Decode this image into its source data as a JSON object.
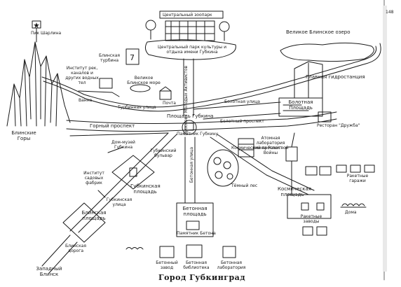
{
  "map": {
    "title": "Город Губкинград",
    "labels": {
      "zoo": "Центральный зоопарк",
      "park": "Центральный парк культуры и отдыха имени Губкина",
      "lake": "Великое Блинское озеро",
      "hydro": "Главная гидростанция",
      "peak": "Пик Шарлина",
      "mountains": "Блинские Горы",
      "institute_canals": "Институт рек, каналов и других водных тел",
      "turbine": "Блинская турбина",
      "sea_small": "Великое Блинское море",
      "post": "Почта",
      "prospect_young": "Проспект Молодых Активистов",
      "turbine_street": "Турбинная улица",
      "gubkin_square": "Площадь Губкина",
      "bolotnaya_street": "Болотная улица",
      "bolotny_prospect": "Болотный проспект",
      "bolotnaya_square": "Болотная Площадь",
      "restaurant": "Ресторан \"Дружба\"",
      "mountain_prospect": "Горный проспект",
      "gubkin_monument": "Памятник Губкину",
      "house_museum": "Дом-музей Губкина",
      "gubkin_boulevard": "Губкинский бульвар",
      "concrete_street": "Бетонная улица",
      "space_prospect": "Космический проспект",
      "atomic_station": "Атомная лаборатория имени Ракетной Войны",
      "gubkin_square2": "Губкинская площадь",
      "institute_soil": "Институт садовых фабрик",
      "gubkin_street": "Губкинская улица",
      "dark_forest": "Тёмный лес",
      "concrete_square": "Бетонная площадь",
      "concrete_monument": "Памятник Бетона",
      "space_square": "Космическая площадь",
      "rocket_garages": "Ракетные гаражи",
      "rocket_plants": "Ракетные заводы",
      "houses": "Дома",
      "blin_square": "Блинская площадь",
      "blin_road": "Блинская дорога",
      "west_blinsk": "Западный Блинск",
      "concrete_plant": "Бетонный завод",
      "concrete_library": "Бетонная библиотека",
      "concrete_lab": "Бетонная лаборатория",
      "ice": "Ванна",
      "page_mark": "148"
    }
  }
}
